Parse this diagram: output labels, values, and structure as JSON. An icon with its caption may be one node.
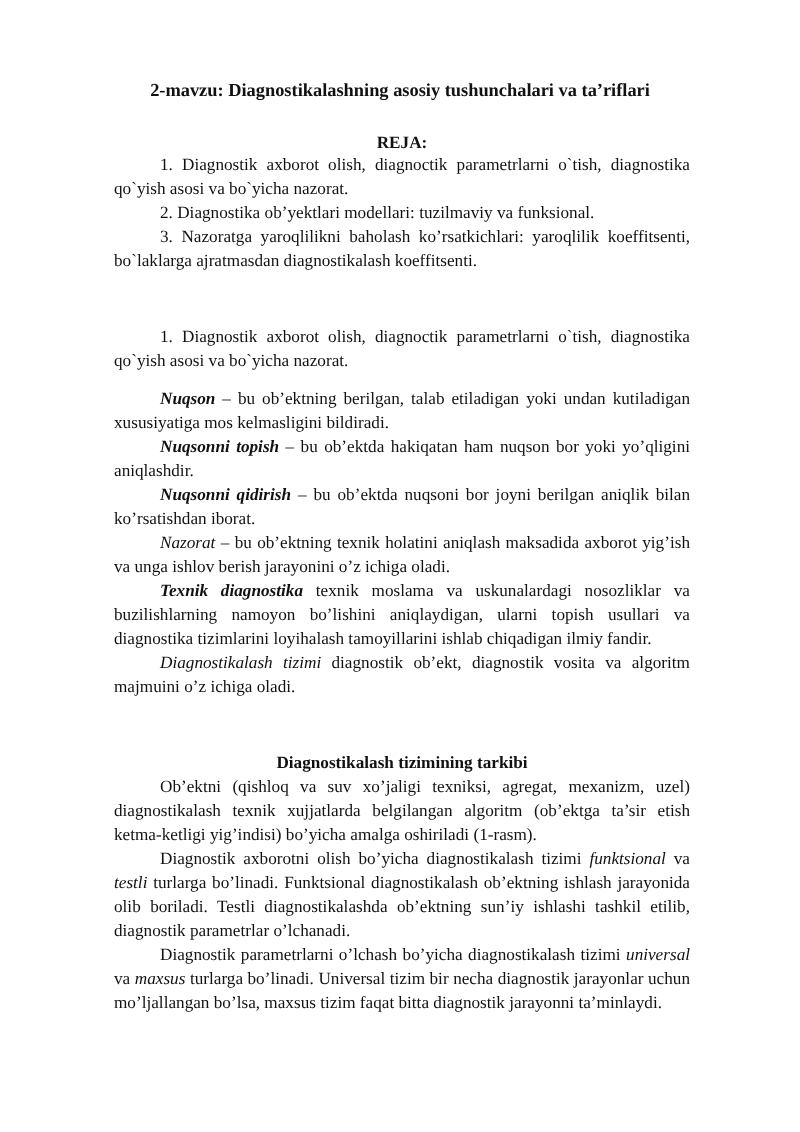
{
  "diagram": {
    "title": "2-mavzu: Diagnostikalashning asosiy tushunchalari va ta’riflari",
    "labels": [
      "REJA:",
      "1. Diagnostik axborot olish, diagnoctik parametrlarni o`tish, diagnostika qo`yish asosi va bo`yicha nazorat.",
      "2. Diagnostika ob’yektlari modellari: tuzilmaviy va funksional.",
      "3. Nazoratga yaroqlilikni baholash ko’rsatkichlari: yaroqlilik koeffitsenti, bo`laklarga ajratmasdan diagnostikalash koeffitsenti.",
      "1. Diagnostik axborot olish, diagnoctik parametrlarni o`tish, diagnostika qo`yish asosi va bo`yicha nazorat.",
      "**Nuqson** – bu ob’ektning berilgan, talab etiladigan yoki undan kutiladigan xususiyatiga mos kelmasligini bildiradi.",
      "**Nuqsonni topish** – bu ob’ektda hakiqatan ham nuqson bor yoki yo’qligini aniqlashdir.",
      "**Nuqsonni qidirish** – bu ob’ektda nuqsoni bor joyni berilgan aniqlik bilan ko’rsatishdan iborat.",
      "*Nazorat* – bu ob’ektning texnik holatini aniqlash maksadida axborot yig’ish va unga ishlov berish jarayonini o’z ichiga oladi.",
      "**Texnik diagnostika** texnik moslama va uskunalardagi nosozliklar va buzilishlarning namoyon bo’lishini aniqlaydigan, ularni topish usullari va diagnostika tizimlarini loyihalash tamoyillarini ishlab chiqadigan ilmiy fandir.",
      "*Diagnostikalash tizimi* diagnostik ob’ekt, diagnostik vosita va algoritm majmuini o’z ichiga oladi.",
      "Diagnostikalash tizimining tarkibi",
      "Ob’ektni (qishloq va suv xo’jaligi texniksi, agregat, mexanizm, uzel) diagnostikalash texnik xujjatlarda belgilangan algoritm (ob’ektga ta’sir etish ketma-ketligi yig’indisi) bo’yicha amalga oshiriladi (1-rasm).",
      "Diagnostik axborotni olish bo’yicha diagnostikalash tizimi *funktsional* va *testli* turlarga bo’linadi. Funktsional diagnostikalash ob’ektning ishlash jarayonida olib boriladi. Testli diagnostikalashda ob’ektning sun’iy ishlashi tashkil etilib, diagnostik parametrlar o’lchanadi.",
      "Diagnostik parametrlarni o’lchash bo’yicha diagnostikalash tizimi *universal* va *maxsus* turlarga bo’linadi. Universal tizim bir necha diagnostik jarayonlar uchun mo’ljallangan bo’lsa, maxsus tizim faqat bitta diagnostik jarayonni ta’minlaydi."
    ]
  }
}
